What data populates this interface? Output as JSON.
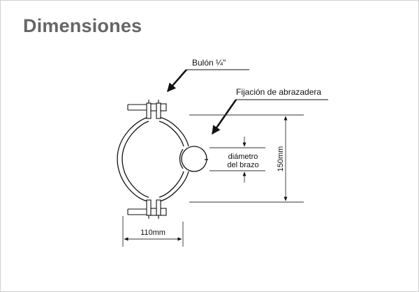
{
  "title": "Dimensiones",
  "labels": {
    "bolt": "Bulón ¼\"",
    "clamp_fixing": "Fijación de abrazadera",
    "arm_diameter_line1": "diámetro",
    "arm_diameter_line2": "del brazo",
    "width": "110mm",
    "height": "150mm"
  },
  "colors": {
    "title": "#666666",
    "line": "#111111",
    "dim_line": "#333333",
    "border": "#cfcfcf"
  }
}
